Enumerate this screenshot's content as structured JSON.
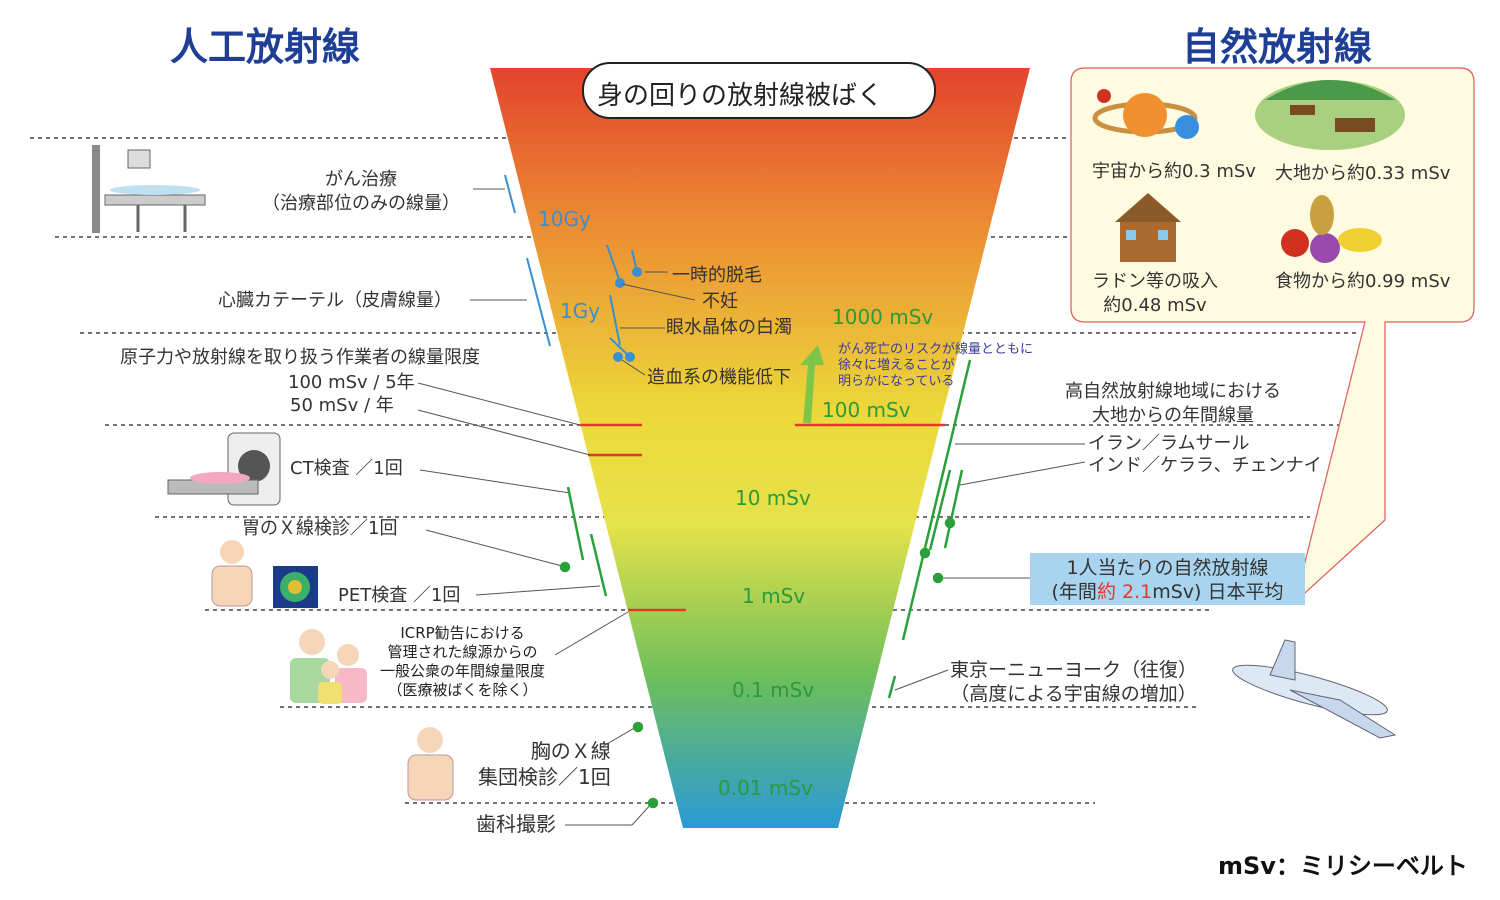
{
  "titles": {
    "artificial": "人工放射線",
    "natural": "自然放射線",
    "funnel": "身の回りの放射線被ばく",
    "unit_note": "mSv：ミリシーベルト"
  },
  "colors": {
    "title": "#1f3f97",
    "dose_label": "#2a9a3a",
    "gy_label": "#3a8fd0",
    "risk_text": "#3a3a9a",
    "highlight": "#e03a2a",
    "avg_box": "#a9d4ef",
    "natural_box": "#fffbe0",
    "natural_box_border": "#e05a5a"
  },
  "scale": {
    "gy10": "10Gy",
    "gy1": "1Gy",
    "m1000": "1000 mSv",
    "m100": "100 mSv",
    "m10": "10 mSv",
    "m1": "1 mSv",
    "m01": "0.1 mSv",
    "m001": "0.01 mSv"
  },
  "effects": {
    "hair": "一時的脱毛",
    "sterility": "不妊",
    "cataract": "眼水晶体の白濁",
    "hematopoietic": "造血系の機能低下"
  },
  "risk": [
    "がん死亡のリスクが線量とともに",
    "徐々に増えることが",
    "明らかになっている"
  ],
  "artificial": {
    "cancer": [
      "がん治療",
      "（治療部位のみの線量）"
    ],
    "catheter": "心臓カテーテル（皮膚線量）",
    "worker": [
      "原子力や放射線を取り扱う作業者の線量限度",
      "100 mSv / 5年",
      "50 mSv / 年"
    ],
    "ct": "CT検査 ／1回",
    "stomach": "胃のＸ線検診／1回",
    "pet": "PET検査 ／1回",
    "icrp": [
      "ICRP勧告における",
      "管理された線源からの",
      "一般公衆の年間線量限度",
      "（医療被ばくを除く）"
    ],
    "chest": [
      "胸のＸ線",
      "集団検診／1回"
    ],
    "dental": "歯科撮影"
  },
  "natural": {
    "space": "宇宙から約0.3 mSv",
    "ground": "大地から約0.33 mSv",
    "radon": [
      "ラドン等の吸入",
      "約0.48 mSv"
    ],
    "food": "食物から約0.99 mSv",
    "high_areas": [
      "高自然放射線地域における",
      "大地からの年間線量"
    ],
    "iran": "イラン／ラムサール",
    "india": "インド／ケララ、チェンナイ",
    "average": {
      "line1": "1人当たりの自然放射線",
      "pre": "(年間",
      "mid": "約 2.1",
      "post": "mSv) 日本平均"
    },
    "flight": [
      "東京ーニューヨーク（往復）",
      "（高度による宇宙線の増加）"
    ]
  }
}
